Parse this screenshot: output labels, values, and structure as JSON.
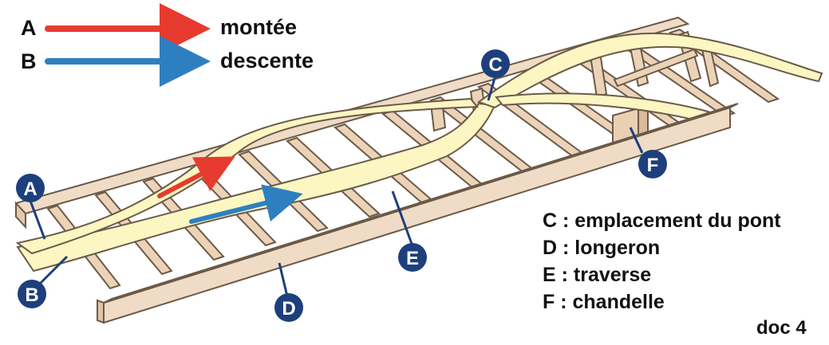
{
  "legend": {
    "a_letter": "A",
    "a_label": "montée",
    "a_color": "#e63b2e",
    "b_letter": "B",
    "b_label": "descente",
    "b_color": "#2e7fc0"
  },
  "markers": {
    "a": "A",
    "b": "B",
    "c": "C",
    "d": "D",
    "e": "E",
    "f": "F",
    "color": "#1d3f7c"
  },
  "key": [
    "C : emplacement du pont",
    "D : longeron",
    "E : traverse",
    "F : chandelle"
  ],
  "doc_label": "doc 4",
  "colors": {
    "wood": "#f0dcc6",
    "wood_edge": "#6b5a48",
    "track": "#fbf6c2"
  }
}
